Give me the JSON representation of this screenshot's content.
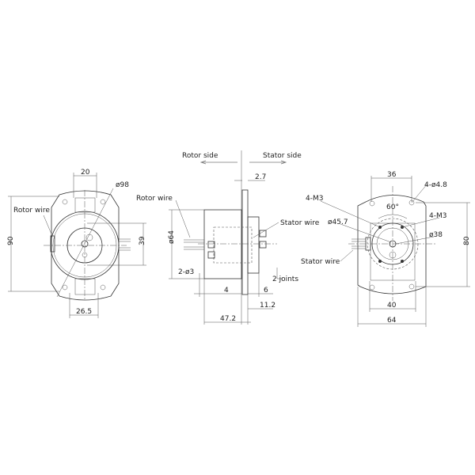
{
  "left_view": {
    "dim_width_top": "20",
    "dim_diameter": "ø98",
    "label_rotor_wire": "Rotor wire",
    "dim_height": "90",
    "dim_hole_spacing": "39",
    "dim_width_bottom": "26.5"
  },
  "side_view": {
    "label_rotor_side": "Rotor side",
    "label_stator_side": "Stator side",
    "dim_flange_thickness": "2.7",
    "label_rotor_wire": "Rotor wire",
    "dim_diameter": "ø64",
    "label_stator_wire": "Stator wire",
    "dim_pins": "2-ø3",
    "label_joints": "2 joints",
    "dim_4": "4",
    "dim_6": "6",
    "dim_11_2": "11.2",
    "dim_total_length": "47.2"
  },
  "right_view": {
    "dim_36": "36",
    "dim_holes": "4-ø4.8",
    "label_m3_left": "4-M3",
    "dim_angle": "60°",
    "label_m3_right": "4-M3",
    "dim_diameter_45": "ø45.7",
    "dim_diameter_38": "ø38",
    "label_stator_wire": "Stator wire",
    "dim_height": "80",
    "dim_40": "40",
    "dim_64": "64"
  }
}
